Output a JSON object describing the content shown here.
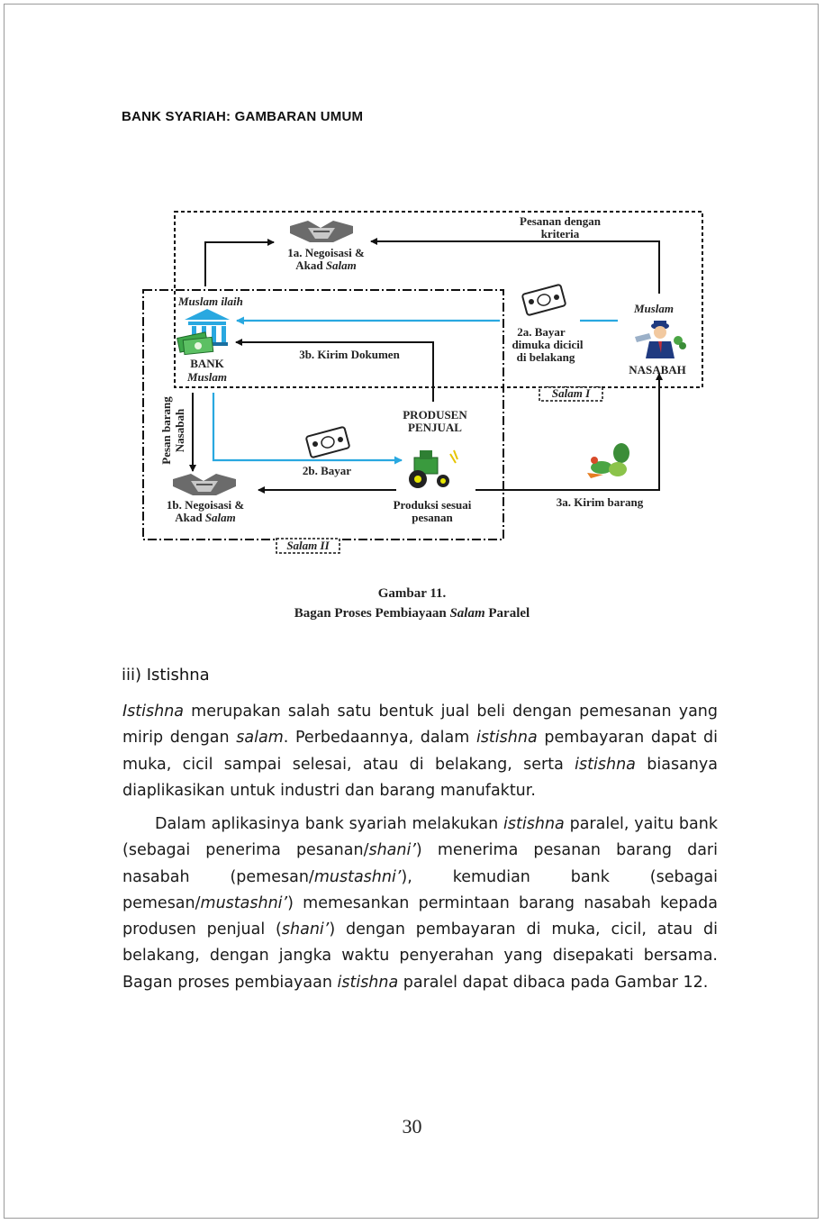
{
  "running_head": "BANK SYARIAH: GAMBARAN UMUM",
  "figure": {
    "labels": {
      "pesanan_l1": "Pesanan dengan",
      "pesanan_l2": "kriteria",
      "nego1a_l1": "1a. Negoisasi &",
      "nego1a_l2a": "Akad ",
      "nego1a_l2b": "Salam",
      "muslam_ilaih": "Muslam ilaih",
      "muslam": "Muslam",
      "bayar2a_l1": "2a. Bayar",
      "bayar2a_l2": "dimuka dicicil",
      "bayar2a_l3": "di belakang",
      "nasabah": "NASABAH",
      "bank": "BANK",
      "bank_muslam": "Muslam",
      "kirim_dokumen": "3b. Kirim Dokumen",
      "salam1": "Salam I",
      "pesan_barang_l1": "Pesan barang",
      "pesan_barang_l2": "Nasabah",
      "produsen_l1": "PRODUSEN",
      "produsen_l2": "PENJUAL",
      "bayar2b": "2b. Bayar",
      "nego1b_l1": "1b. Negoisasi &",
      "nego1b_l2a": "Akad ",
      "nego1b_l2b": "Salam",
      "produksi_l1": "Produksi sesuai",
      "produksi_l2": "pesanan",
      "kirim_barang": "3a. Kirim barang",
      "salam2": "Salam II"
    },
    "icons": [
      "handshake-icon",
      "bank-building-icon",
      "money-icon",
      "banknote-icon",
      "customer-man-icon",
      "tractor-icon",
      "vegetables-icon"
    ],
    "colors": {
      "arrow_blue": "#29a8e0",
      "arrow_black": "#111111"
    }
  },
  "caption": {
    "line1": "Gambar 11.",
    "line2_a": "Bagan Proses Pembiayaan ",
    "line2_b": "Salam",
    "line2_c": " Paralel"
  },
  "section_heading": "iii) Istishna",
  "paragraph1": {
    "s1": "Istishna",
    "s2": " merupakan salah satu bentuk jual beli dengan pemesanan yang mirip dengan ",
    "s3": "salam",
    "s4": ". Perbedaannya, dalam ",
    "s5": "istishna",
    "s6": " pembayaran dapat di muka, cicil sampai selesai, atau di belakang, serta ",
    "s7": "istishna",
    "s8": " biasanya diaplikasikan untuk industri dan barang manufaktur."
  },
  "paragraph2": {
    "s1": "Dalam aplikasinya bank syariah melakukan ",
    "s2": "istishna",
    "s3": " paralel, yaitu bank (sebagai penerima pesanan/",
    "s4": "shani’",
    "s5": ") menerima pesanan barang dari nasabah (pemesan/",
    "s6": "mustashni’",
    "s7": "), kemudian bank (sebagai pemesan/",
    "s8": "mustashni’",
    "s9": ") memesankan permintaan barang nasabah kepada produsen penjual (",
    "s10": "shani’",
    "s11": ") dengan pembayaran di muka, cicil, atau di belakang, dengan jangka waktu penyerahan yang disepakati bersama. Bagan proses pembiayaan ",
    "s12": "istishna",
    "s13": " paralel dapat dibaca pada Gambar 12."
  },
  "page_number": "30"
}
